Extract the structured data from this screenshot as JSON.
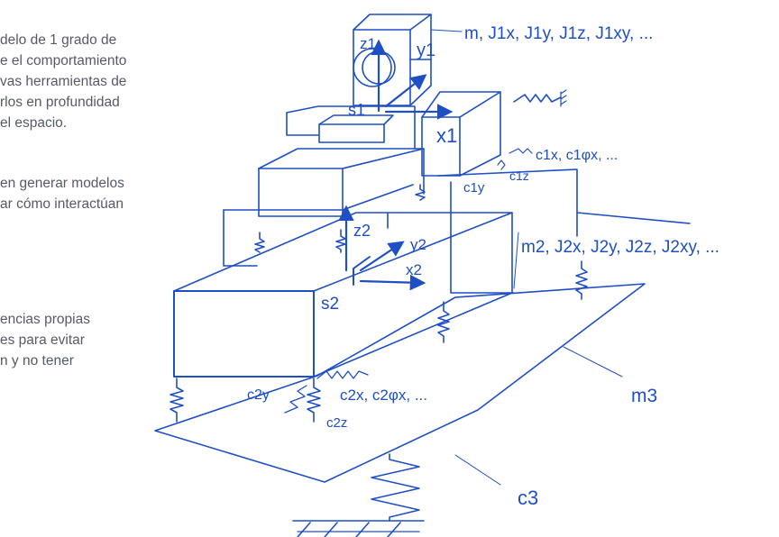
{
  "text_fragments": {
    "para1": [
      "delo de 1 grado de",
      "e el comportamiento",
      "vas herramientas de",
      "rlos en profundidad",
      "el espacio."
    ],
    "para2": [
      "en generar modelos",
      "ar cómo interactúan"
    ],
    "para3": [
      "encias propias",
      "es para evitar",
      "n y no tener"
    ]
  },
  "diagram": {
    "labels": {
      "body1_params": "m, J1x, J1y, J1z, J1xy, ...",
      "z1": "z1",
      "y1": "y1",
      "s1": "s1",
      "x1": "x1",
      "c1_params": "c1x, c1φx, ...",
      "c1z": "c1z",
      "c1y": "c1y",
      "z2": "z2",
      "y2": "y2",
      "x2": "x2",
      "s2": "s2",
      "m2_params": "m2, J2x, J2y, J2z, J2xy, ...",
      "m3": "m3",
      "c2y": "c2y",
      "c2_params": "c2x, c2φx, ...",
      "c2z": "c2z",
      "c3": "c3"
    },
    "colors": {
      "line": "#1e4fc4",
      "text": "#555a66"
    }
  }
}
